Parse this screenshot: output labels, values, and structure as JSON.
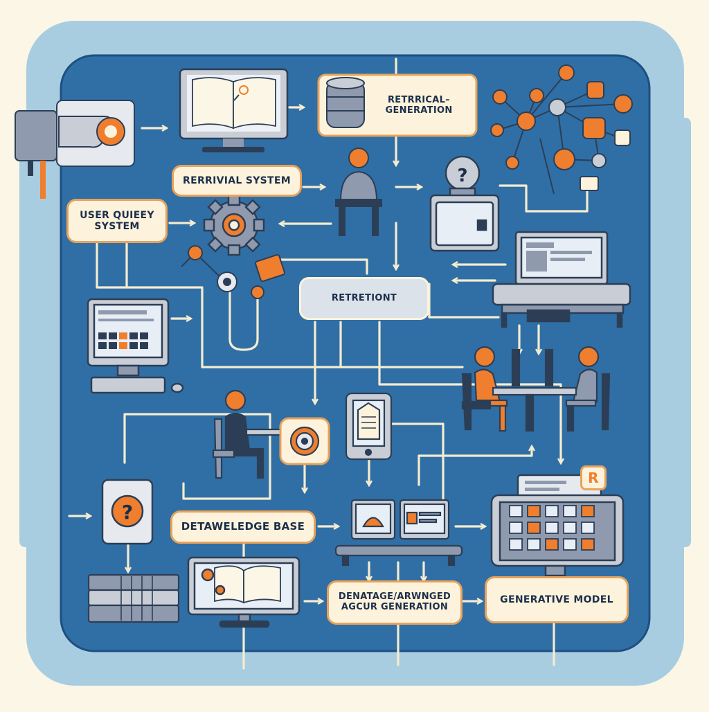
{
  "labels": {
    "retrieval_generation": "RETRRICAL–\nGENERATION",
    "retrieval_system": "RERRIVIAL SYSTEM",
    "user_query": "USER QUIEEY\nSYSTEM",
    "retretiont": "RETRETIONT",
    "knowledge_base": "DETAWELEDGE BASE",
    "augmented_generation": "DENATAGE/ARWNGED\nAGCUR GENERATION",
    "generative_model": "GENERATIVE MODEL",
    "badge_r": "R"
  },
  "colors": {
    "page": "#fbf6e6",
    "frame": "#a9cde0",
    "panel": "#2f6fa6",
    "panel_border": "#1d4f80",
    "arrow": "#f6ecd0",
    "accent": "#ef7f2e",
    "device": "#c9ced6",
    "screen": "#e8eef5",
    "label_bg": "#fdf3dc",
    "label_border": "#e8a25a"
  }
}
